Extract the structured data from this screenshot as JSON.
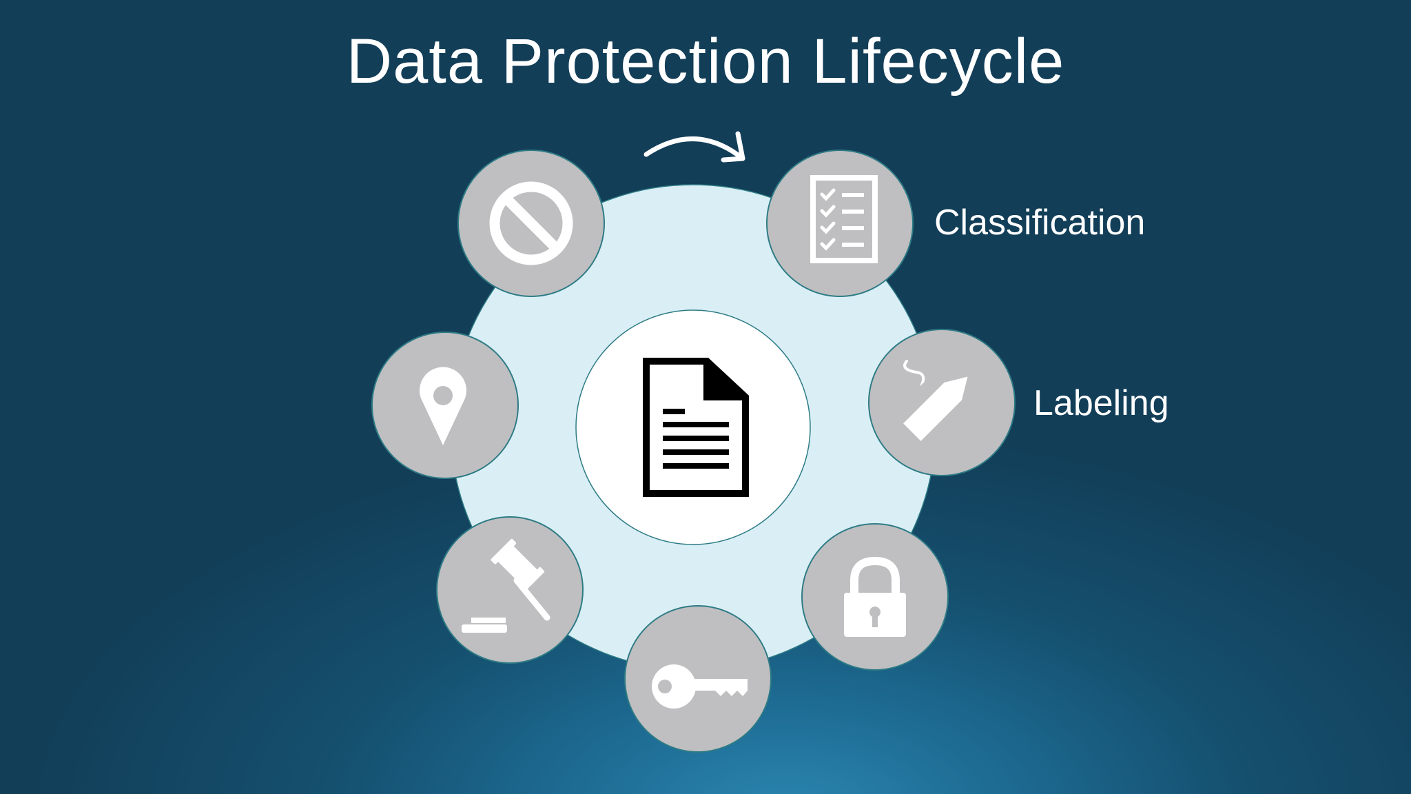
{
  "title": "Data Protection Lifecycle",
  "labels": {
    "classification": "Classification",
    "labeling": "Labeling"
  },
  "center": {
    "icon": "document-icon"
  },
  "steps": [
    {
      "icon": "prohibited-icon"
    },
    {
      "icon": "checklist-icon",
      "label": "Classification"
    },
    {
      "icon": "tag-icon",
      "label": "Labeling"
    },
    {
      "icon": "padlock-icon"
    },
    {
      "icon": "key-icon"
    },
    {
      "icon": "gavel-icon"
    },
    {
      "icon": "location-pin-icon"
    }
  ],
  "colors": {
    "ring": "#d9eff5",
    "node": "#bfbfc1",
    "node_border": "#2e7b85",
    "icon": "#ffffff",
    "document": "#000000",
    "arrow": "#ffffff"
  }
}
